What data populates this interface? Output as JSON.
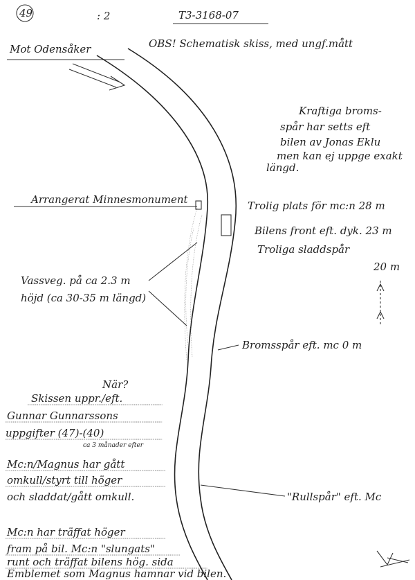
{
  "header": {
    "page_number": "49",
    "sheet_mark": ": 2",
    "case_number": "T3-3168-07",
    "note": "OBS! Schematisk skiss, med ungf.mått",
    "direction": "Mot Odensåker"
  },
  "brake_note": [
    "Kraftiga broms-",
    "spår har setts eft",
    "bilen av Jonas Eklu",
    "men kan ej uppge exakt",
    "längd."
  ],
  "memorial_label": "Arrangerat Minnesmonument",
  "measurements": {
    "mc_position": "Trolig plats för mc:n 28 m",
    "car_front": "Bilens front eft. dyk. 23 m",
    "skid_marks": "Troliga sladdspår",
    "distance_20": "20 m",
    "brake_marks_mc": "Bromsspår eft. mc 0 m",
    "roll_marks": "\"Rullspår\" eft. Mc"
  },
  "vegetation": [
    "Vassveg. på ca 2.3 m",
    "höjd (ca 30-35 m längd)"
  ],
  "source_note": {
    "question": "När?",
    "lines": [
      "Skissen uppr./eft.",
      "Gunnar Gunnarssons",
      "uppgifter (47)-(40)"
    ],
    "sub": "ca 3 månader efter"
  },
  "scenario1": [
    "Mc:n/Magnus har gått",
    "omkull/styrt till höger",
    "och sladdat/gått omkull."
  ],
  "scenario2": [
    "Mc:n har träffat höger",
    "fram på bil. Mc:n \"slungats\"",
    "runt och träffat bilens hög. sida",
    "Emblemet som Magnus hamnar vid bilen."
  ]
}
